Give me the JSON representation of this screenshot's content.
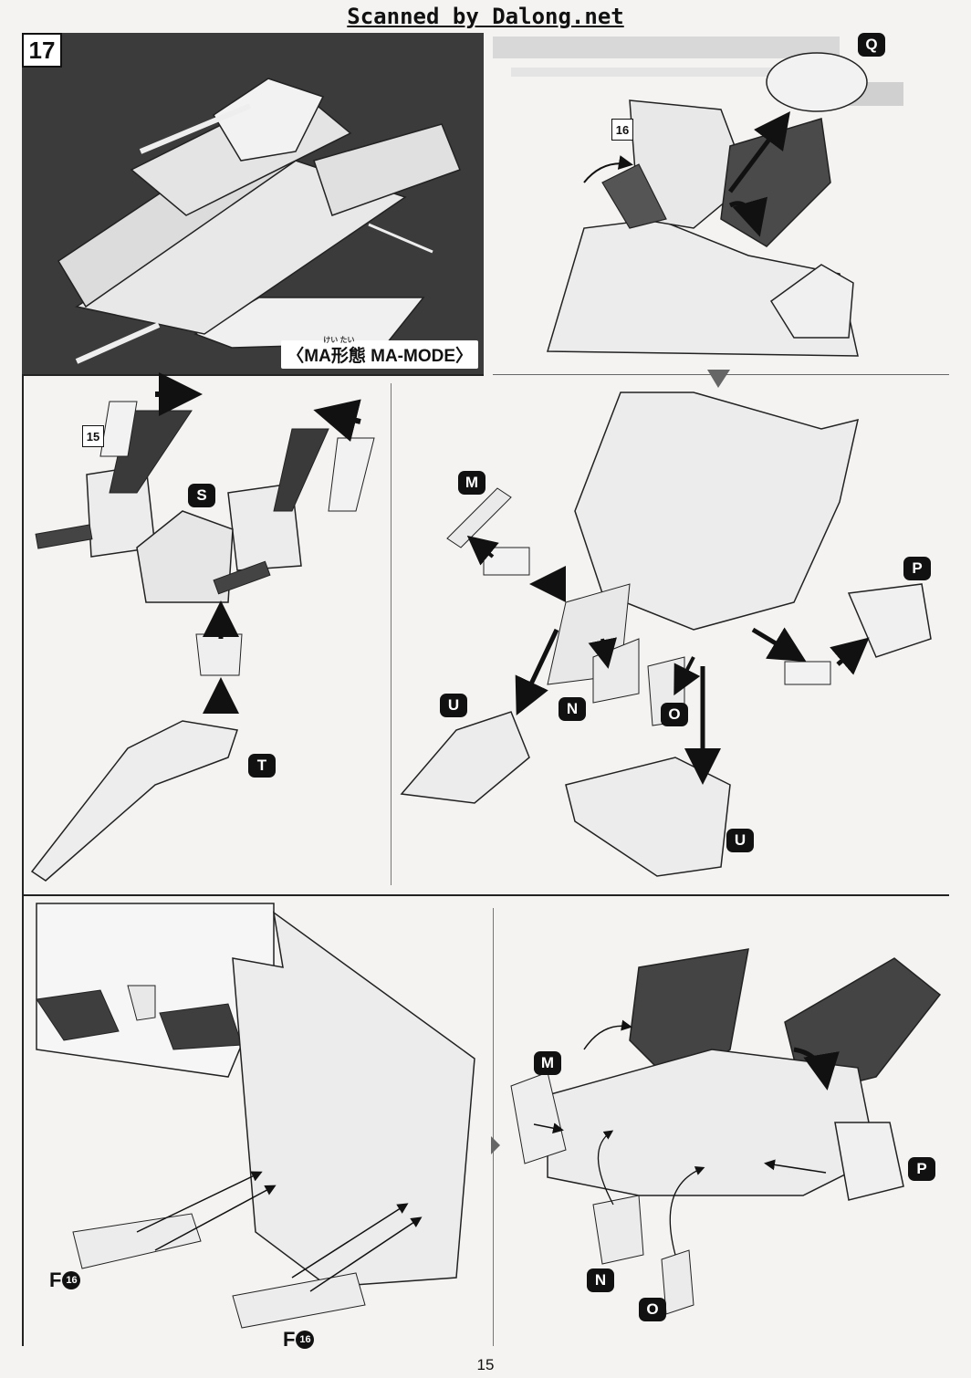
{
  "banner": "Scanned by Dalong.net",
  "step_number": "17",
  "caption": {
    "ruby": "けい たい",
    "text": "〈MA形態 MA-MODE〉"
  },
  "sub_refs": {
    "ref_16": "16",
    "ref_15": "15"
  },
  "labels": {
    "Q": "Q",
    "S": "S",
    "T": "T",
    "M": "M",
    "P": "P",
    "U": "U",
    "N": "N",
    "O": "O"
  },
  "part_code": {
    "letter": "F",
    "num": "16"
  },
  "page_number": "15",
  "colors": {
    "dark_panel": "#3b3b3b",
    "badge": "#111111",
    "paper": "#f4f3f1"
  }
}
